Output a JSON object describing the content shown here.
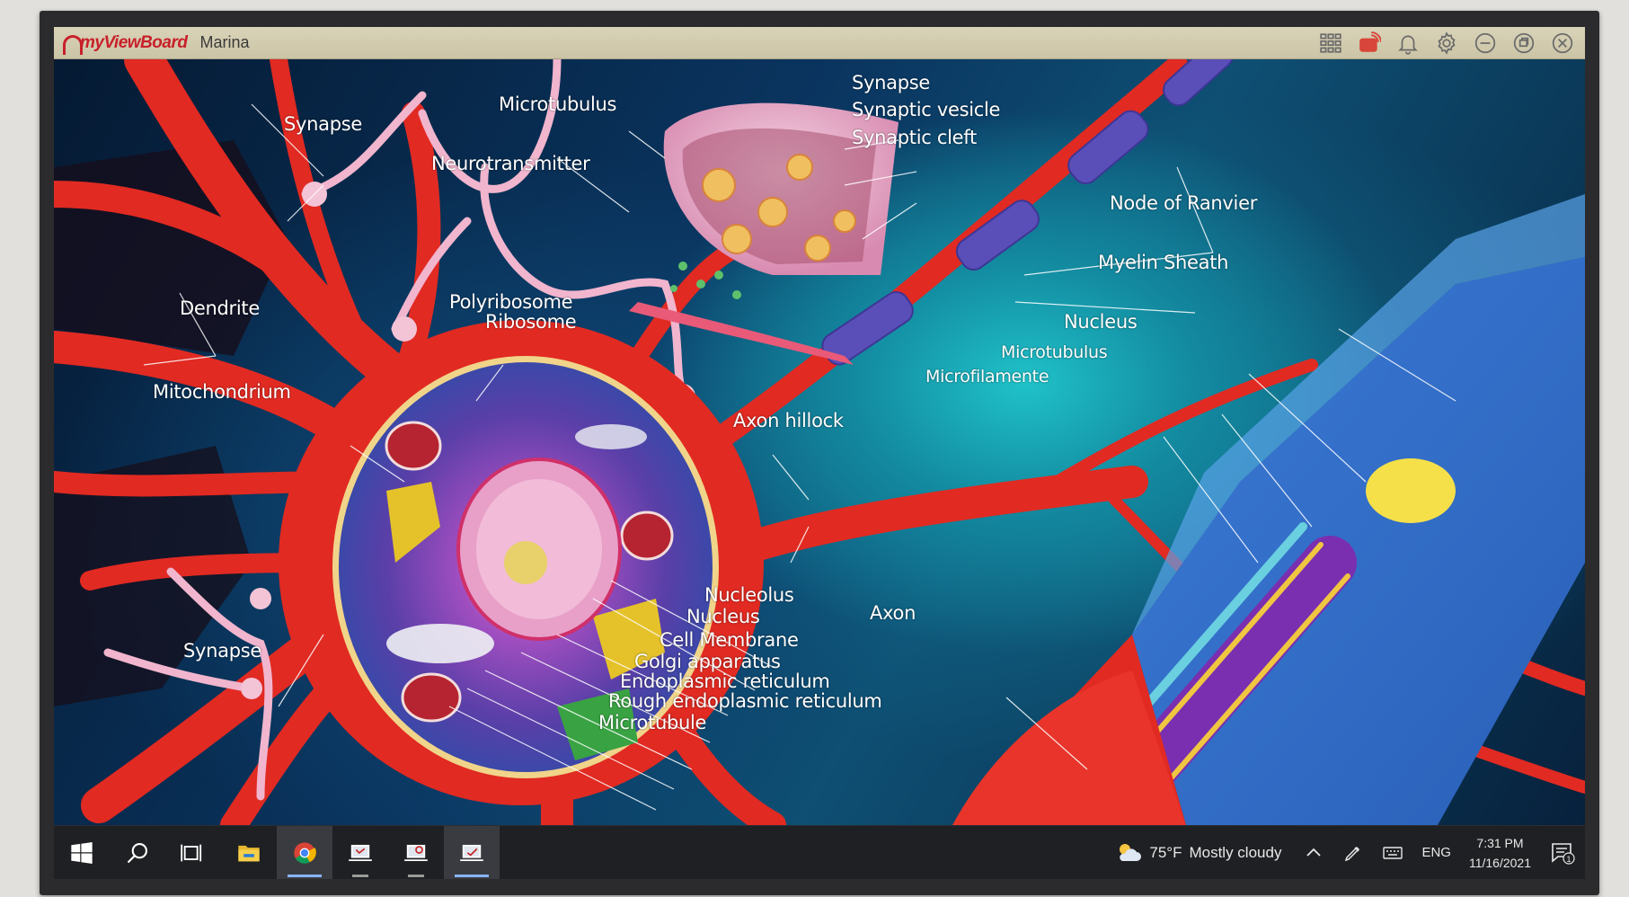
{
  "window": {
    "app_name": "myViewBoard",
    "user_name": "Marina",
    "icons": [
      "grid-icon",
      "cast-icon",
      "bell-icon",
      "gear-icon",
      "minimize-icon",
      "restore-icon",
      "close-icon"
    ]
  },
  "diagram": {
    "labels": {
      "synapse_top_left": "Synapse",
      "microtubulus_top": "Microtubulus",
      "neurotransmitter": "Neurotransmitter",
      "synapse_top_right": "Synapse",
      "synaptic_vesicle": "Synaptic vesicle",
      "synaptic_cleft": "Synaptic cleft",
      "node_of_ranvier": "Node of Ranvier",
      "myelin_sheath": "Myelin Sheath",
      "dendrite": "Dendrite",
      "polyribosome": "Polyribosome",
      "ribosome": "Ribosome",
      "nucleus_right": "Nucleus",
      "microtubulus_right": "Microtubulus",
      "microfilamente": "Microfilamente",
      "mitochondrium": "Mitochondrium",
      "axon_hillock": "Axon hillock",
      "nucleolus": "Nucleolus",
      "nucleus_cell": "Nucleus",
      "axon": "Axon",
      "cell_membrane": "Cell Membrane",
      "golgi_apparatus": "Golgi apparatus",
      "endoplasmic_reticulum": "Endoplasmic reticulum",
      "rough_er": "Rough endoplasmic reticulum",
      "microtubule": "Microtubule",
      "synapse_bottom_left": "Synapse"
    }
  },
  "taskbar": {
    "apps": [
      "windows-start-icon",
      "search-icon",
      "task-view-icon",
      "file-explorer-icon",
      "chrome-icon",
      "app-icon-1",
      "app-icon-2",
      "app-icon-3"
    ],
    "weather_temp": "75°F",
    "weather_desc": "Mostly cloudy",
    "language": "ENG",
    "time": "7:31 PM",
    "date": "11/16/2021",
    "notification_count": "1"
  }
}
